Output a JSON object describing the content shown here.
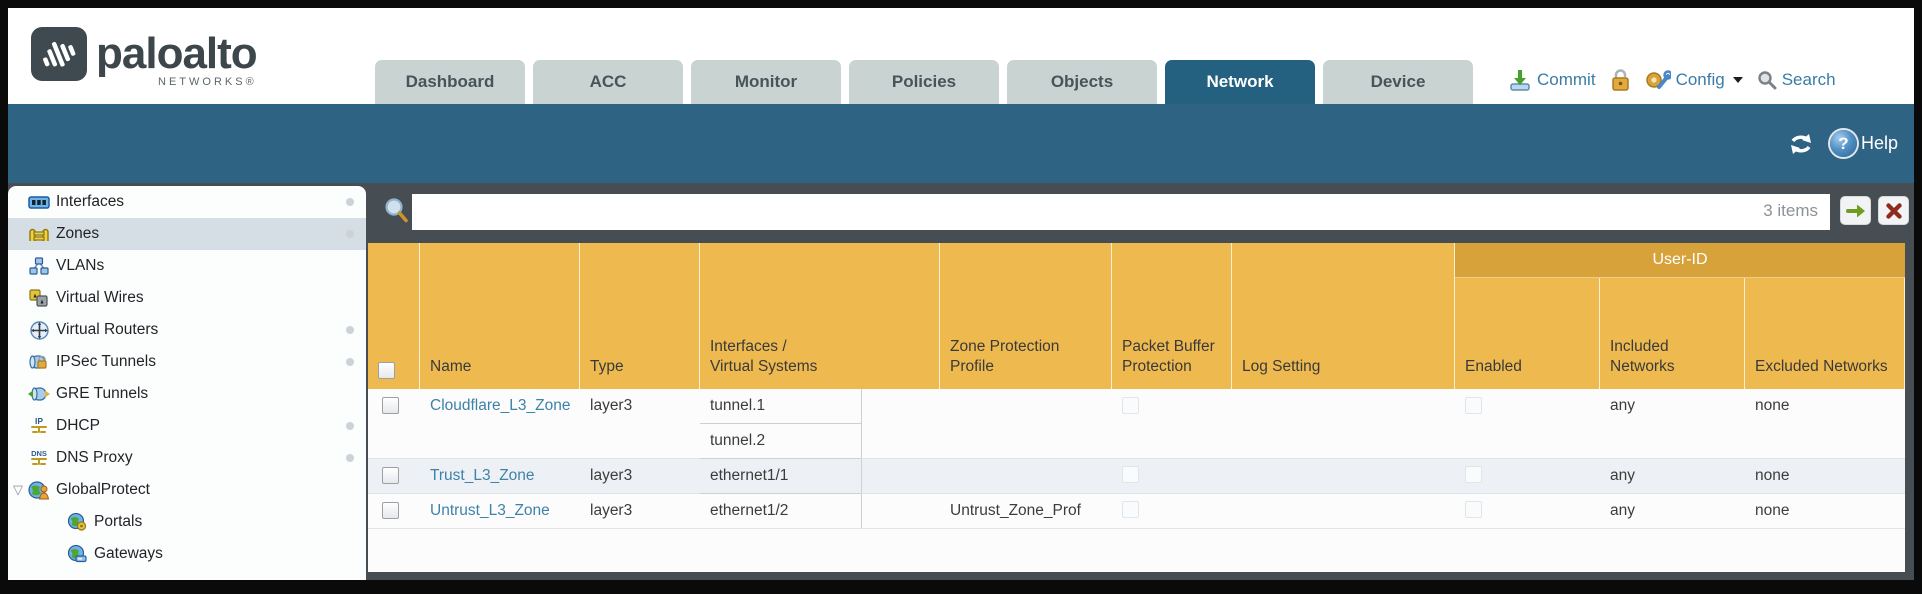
{
  "brand": {
    "name": "paloalto",
    "networks": "NETWORKS®"
  },
  "nav": {
    "tabs": [
      {
        "label": "Dashboard"
      },
      {
        "label": "ACC"
      },
      {
        "label": "Monitor"
      },
      {
        "label": "Policies"
      },
      {
        "label": "Objects"
      },
      {
        "label": "Network",
        "active": true
      },
      {
        "label": "Device"
      }
    ]
  },
  "actions": {
    "commit": "Commit",
    "config": "Config",
    "search": "Search"
  },
  "band": {
    "help": "Help"
  },
  "filter": {
    "value": "",
    "count": "3 items"
  },
  "sidebar": {
    "items": [
      {
        "label": "Interfaces"
      },
      {
        "label": "Zones"
      },
      {
        "label": "VLANs"
      },
      {
        "label": "Virtual Wires"
      },
      {
        "label": "Virtual Routers"
      },
      {
        "label": "IPSec Tunnels"
      },
      {
        "label": "GRE Tunnels"
      },
      {
        "label": "DHCP"
      },
      {
        "label": "DNS Proxy"
      },
      {
        "label": "GlobalProtect"
      },
      {
        "label": "Portals"
      },
      {
        "label": "Gateways"
      }
    ]
  },
  "table": {
    "group_header": "User-ID",
    "columns": {
      "name": "Name",
      "type": "Type",
      "interfaces": "Interfaces / Virtual Systems",
      "zone_protection": "Zone Protection Profile",
      "packet_buffer": "Packet Buffer Protection",
      "log_setting": "Log Setting",
      "enabled": "Enabled",
      "included": "Included Networks",
      "excluded": "Excluded Networks"
    },
    "rows": [
      {
        "name": "Cloudflare_L3_Zone",
        "type": "layer3",
        "interfaces": [
          "tunnel.1",
          "tunnel.2"
        ],
        "zone_protection": "",
        "included": "any",
        "excluded": "none"
      },
      {
        "name": "Trust_L3_Zone",
        "type": "layer3",
        "interfaces": [
          "ethernet1/1"
        ],
        "zone_protection": "",
        "included": "any",
        "excluded": "none"
      },
      {
        "name": "Untrust_L3_Zone",
        "type": "layer3",
        "interfaces": [
          "ethernet1/2"
        ],
        "zone_protection": "Untrust_Zone_Prof",
        "included": "any",
        "excluded": "none"
      }
    ]
  }
}
